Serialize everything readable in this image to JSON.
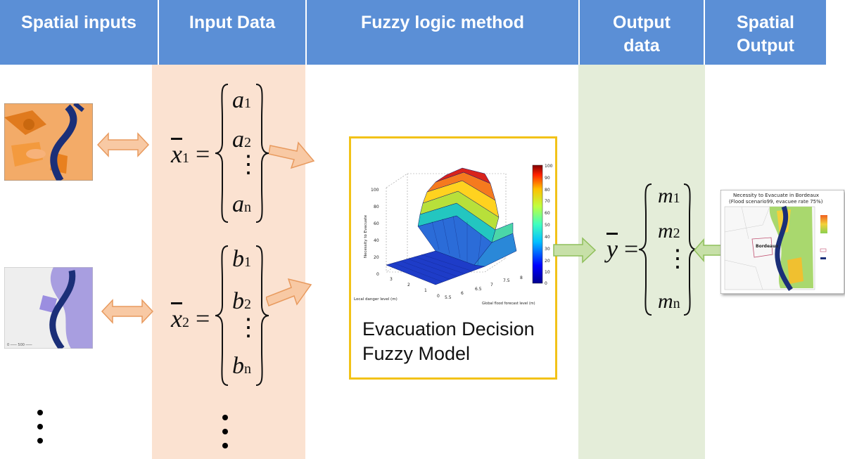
{
  "header": {
    "columns": [
      {
        "label": "Spatial inputs"
      },
      {
        "label": "Input Data"
      },
      {
        "label": "Fuzzy logic method"
      },
      {
        "label": "Output\ndata"
      },
      {
        "label": "Spatial\nOutput"
      }
    ]
  },
  "input_data": {
    "vector1": {
      "lhs": "x",
      "lhs_sub": "1",
      "entries": [
        {
          "v": "a",
          "s": "1"
        },
        {
          "v": "a",
          "s": "2"
        },
        {
          "v": "a",
          "s": "n"
        }
      ]
    },
    "vector2": {
      "lhs": "x",
      "lhs_sub": "2",
      "entries": [
        {
          "v": "b",
          "s": "1"
        },
        {
          "v": "b",
          "s": "2"
        },
        {
          "v": "b",
          "s": "n"
        }
      ]
    }
  },
  "fuzzy_model": {
    "label": "Evacuation Decision\nFuzzy Model",
    "chart": {
      "ylabel": "Necessity to Evacuate",
      "xlabel_local": "Local danger level (m)",
      "xlabel_global": "Global flood forecast level (m)",
      "z_ticks": [
        "100",
        "80",
        "60",
        "40",
        "20",
        "0"
      ],
      "local_ticks": [
        "3",
        "2",
        "1",
        "0"
      ],
      "global_ticks": [
        "5.5",
        "6",
        "6.5",
        "7",
        "7.5",
        "8"
      ],
      "colorbar_ticks": [
        "100",
        "90",
        "80",
        "70",
        "60",
        "50",
        "40",
        "30",
        "20",
        "10",
        "0"
      ]
    }
  },
  "output_data": {
    "lhs": "y",
    "entries": [
      {
        "v": "m",
        "s": "1"
      },
      {
        "v": "m",
        "s": "2"
      },
      {
        "v": "m",
        "s": "n"
      }
    ]
  },
  "spatial_output": {
    "title": "Necessity to Evacuate in Bordeaux",
    "subtitle": "(Flood scenario99, evacuee rate 75%)",
    "place_label": "Bordeaux"
  },
  "colors": {
    "header": "#5b8fd6",
    "input_bg": "#fbe2d1",
    "output_bg": "#e4edd9",
    "orange_arrow": "#f5b48a",
    "green_arrow": "#c7e0a8",
    "frame": "#f2c218"
  }
}
